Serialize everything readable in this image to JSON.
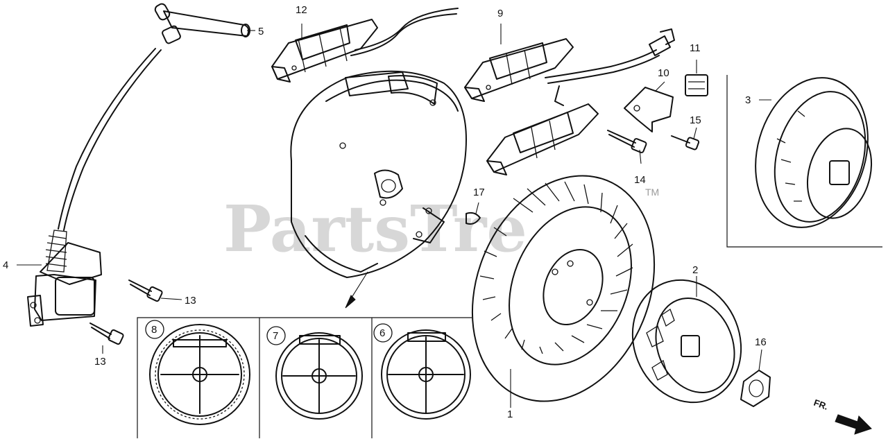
{
  "watermark": {
    "text": "PartsTre",
    "trademark": "TM"
  },
  "direction_label": "FR.",
  "callouts": [
    {
      "id": "c1",
      "text": "1"
    },
    {
      "id": "c2",
      "text": "2"
    },
    {
      "id": "c3",
      "text": "3"
    },
    {
      "id": "c4",
      "text": "4"
    },
    {
      "id": "c5",
      "text": "5"
    },
    {
      "id": "c9",
      "text": "9"
    },
    {
      "id": "c10",
      "text": "10"
    },
    {
      "id": "c11",
      "text": "11"
    },
    {
      "id": "c12",
      "text": "12"
    },
    {
      "id": "c13a",
      "text": "13"
    },
    {
      "id": "c13b",
      "text": "13"
    },
    {
      "id": "c14",
      "text": "14"
    },
    {
      "id": "c15",
      "text": "15"
    },
    {
      "id": "c16",
      "text": "16"
    },
    {
      "id": "c17",
      "text": "17"
    }
  ],
  "inset_labels": {
    "i8": "8",
    "i7": "7",
    "i6": "6"
  }
}
